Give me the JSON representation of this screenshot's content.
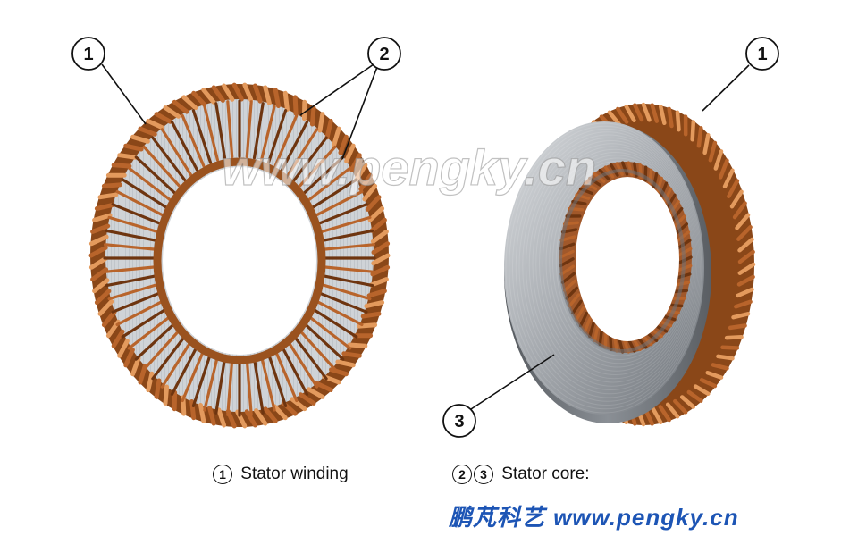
{
  "diagram": {
    "callouts": {
      "left_winding": "1",
      "left_core": "2",
      "right_winding": "1",
      "right_core": "3"
    },
    "watermark": "www.pengky.cn",
    "legend": {
      "item1_number": "1",
      "item1_label": "Stator winding",
      "item2_numbers": [
        "2",
        "3"
      ],
      "item2_label": "Stator core:"
    },
    "footer": {
      "brand_cn": "鹏芃科艺",
      "url": "www.pengky.cn"
    },
    "colors": {
      "copper": "#b8642b",
      "copper_dark": "#6e3510",
      "copper_light": "#e39a5d",
      "steel": "#9fa4aa",
      "steel_light": "#d6d9dc",
      "brand_blue": "#1d55b5"
    }
  }
}
